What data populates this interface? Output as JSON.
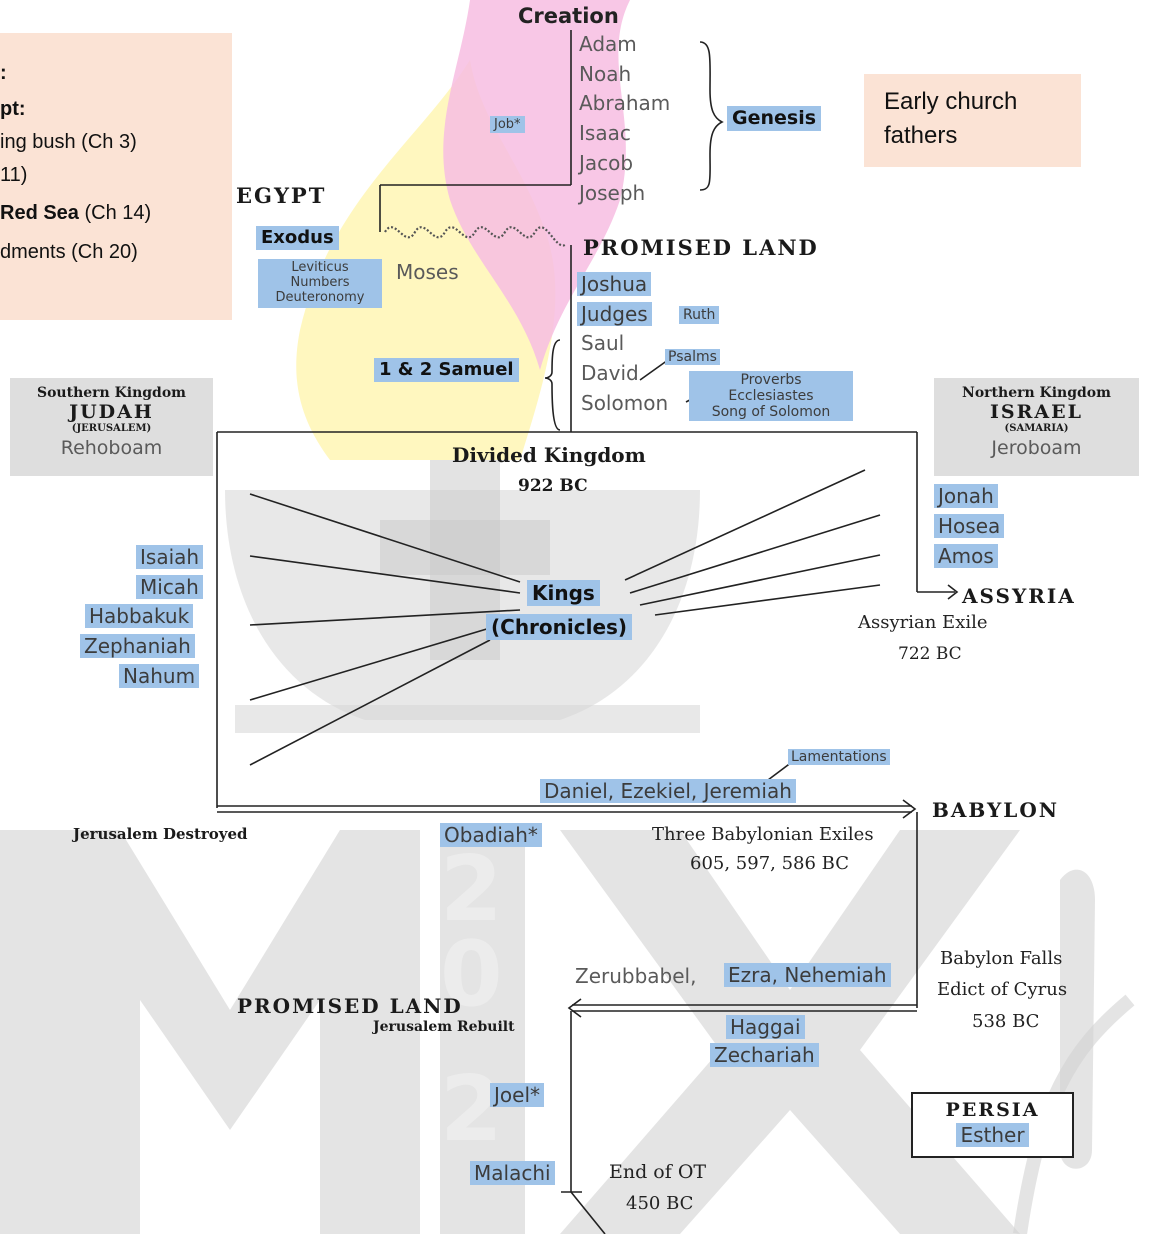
{
  "note_left": {
    "lines": [
      ":",
      "pt:",
      "ing bush (Ch 3)",
      " 11)",
      "Red Sea (Ch 14)",
      "dments (Ch 20)"
    ],
    "bold_prefix": "Red Sea",
    "bold_rest": " (Ch 14)"
  },
  "note_right": {
    "line1": "Early church",
    "line2": "fathers"
  },
  "creation": "Creation",
  "patriarchs": [
    "Adam",
    "Noah",
    "Abraham",
    "Isaac",
    "Jacob",
    "Joseph"
  ],
  "genesis": "Genesis",
  "job": "Job*",
  "egypt": "EGYPT",
  "exodus": "Exodus",
  "pentateuch": [
    "Leviticus",
    "Numbers",
    "Deuteronomy"
  ],
  "moses": "Moses",
  "promised_land": "PROMISED LAND",
  "joshua": "Joshua",
  "judges": "Judges",
  "ruth": "Ruth",
  "saul": "Saul",
  "david": "David",
  "solomon": "Solomon",
  "samuel": "1 & 2 Samuel",
  "psalms": "Psalms",
  "wisdom": [
    "Proverbs",
    "Ecclesiastes",
    "Song of Solomon"
  ],
  "south": {
    "title": "Southern Kingdom",
    "name": "JUDAH",
    "capital": "(JERUSALEM)",
    "king": "Rehoboam"
  },
  "north": {
    "title": "Northern Kingdom",
    "name": "ISRAEL",
    "capital": "(SAMARIA)",
    "king": "Jeroboam"
  },
  "divided": {
    "title": "Divided Kingdom",
    "date": "922 BC"
  },
  "north_prophets": [
    "Jonah",
    "Hosea",
    "Amos"
  ],
  "assyria": "ASSYRIA",
  "assyrian_exile": {
    "label": "Assyrian Exile",
    "date": "722 BC"
  },
  "south_prophets": [
    "Isaiah",
    "Micah",
    "Habbakuk",
    "Zephaniah",
    "Nahum"
  ],
  "kings": "Kings",
  "chronicles": "(Chronicles)",
  "lamentations": "Lamentations",
  "exile_prophets": "Daniel, Ezekiel, Jeremiah",
  "babylon": "BABYLON",
  "jerusalem_destroyed": "Jerusalem Destroyed",
  "obadiah": "Obadiah*",
  "babylonian_exiles": {
    "label": "Three Babylonian Exiles",
    "dates": "605, 597, 586 BC"
  },
  "zerubbabel": "Zerubbabel,",
  "ezra_nehemiah": "Ezra, Nehemiah",
  "babylon_falls": [
    "Babylon Falls",
    "Edict of Cyrus",
    "538 BC"
  ],
  "promised_land_2": "PROMISED LAND",
  "jerusalem_rebuilt": "Jerusalem Rebuilt",
  "haggai": "Haggai",
  "zechariah": "Zechariah",
  "joel": "Joel*",
  "malachi": "Malachi",
  "persia": {
    "name": "PERSIA",
    "book": "Esther"
  },
  "end_ot": {
    "label": "End of OT",
    "date": "450 BC"
  },
  "colors": {
    "highlight": "#9fc3e8",
    "note_bg": "#fbe3d5",
    "kingdom_bg": "#dedede",
    "flame_pink": "#f4b6dd",
    "flame_yellow": "#fff3a8",
    "watermark_gray": "#d9d9d9"
  }
}
